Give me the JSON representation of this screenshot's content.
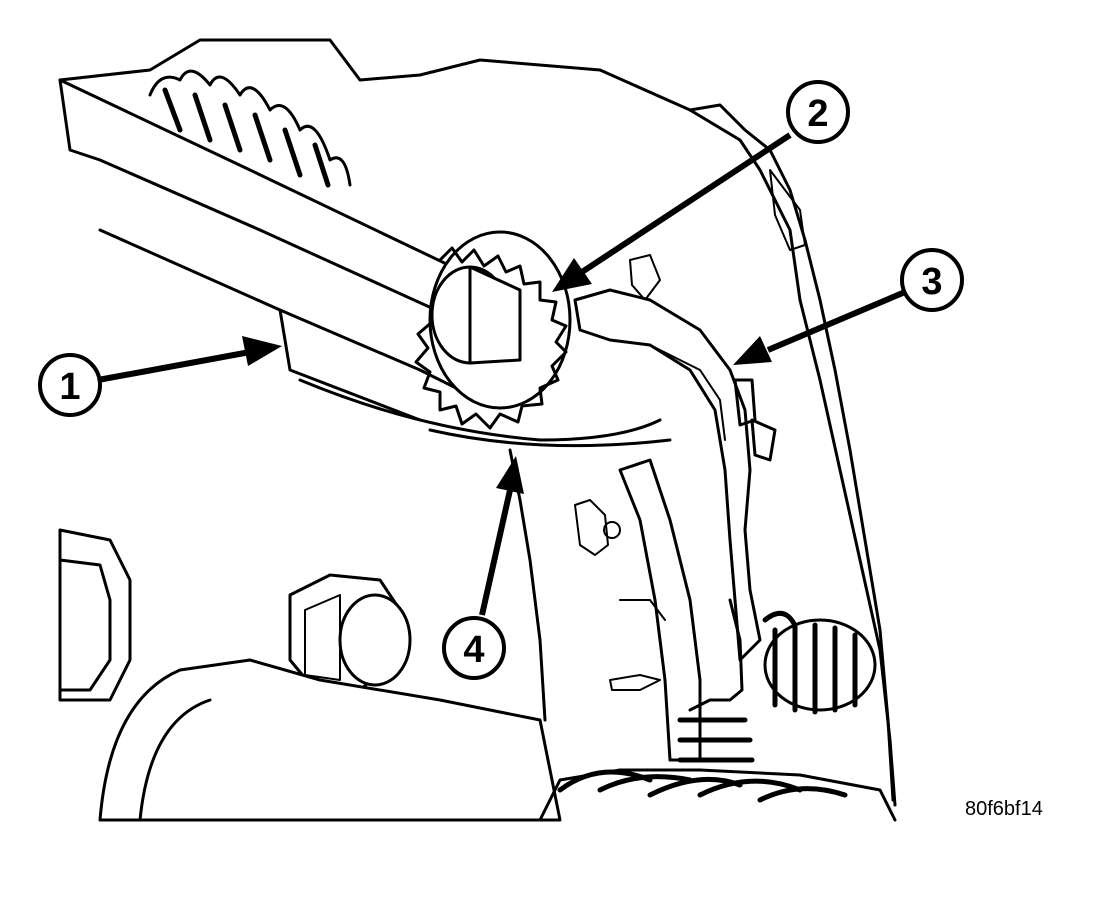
{
  "figure": {
    "code": "80f6bf14"
  },
  "callouts": [
    {
      "number": "1"
    },
    {
      "number": "2"
    },
    {
      "number": "3"
    },
    {
      "number": "4"
    }
  ],
  "colors": {
    "ink": "#000000",
    "paper": "#ffffff"
  }
}
